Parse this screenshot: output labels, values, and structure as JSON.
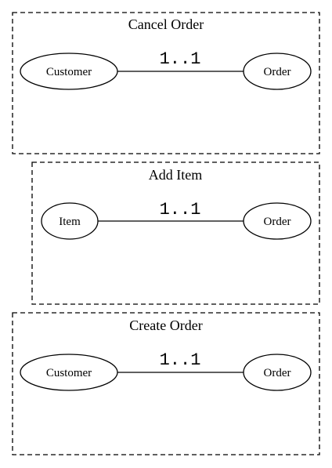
{
  "frames": [
    {
      "title": "Cancel Order",
      "left_node": "Customer",
      "right_node": "Order",
      "multiplicity": "1..1"
    },
    {
      "title": "Add Item",
      "left_node": "Item",
      "right_node": "Order",
      "multiplicity": "1..1"
    },
    {
      "title": "Create Order",
      "left_node": "Customer",
      "right_node": "Order",
      "multiplicity": "1..1"
    }
  ]
}
